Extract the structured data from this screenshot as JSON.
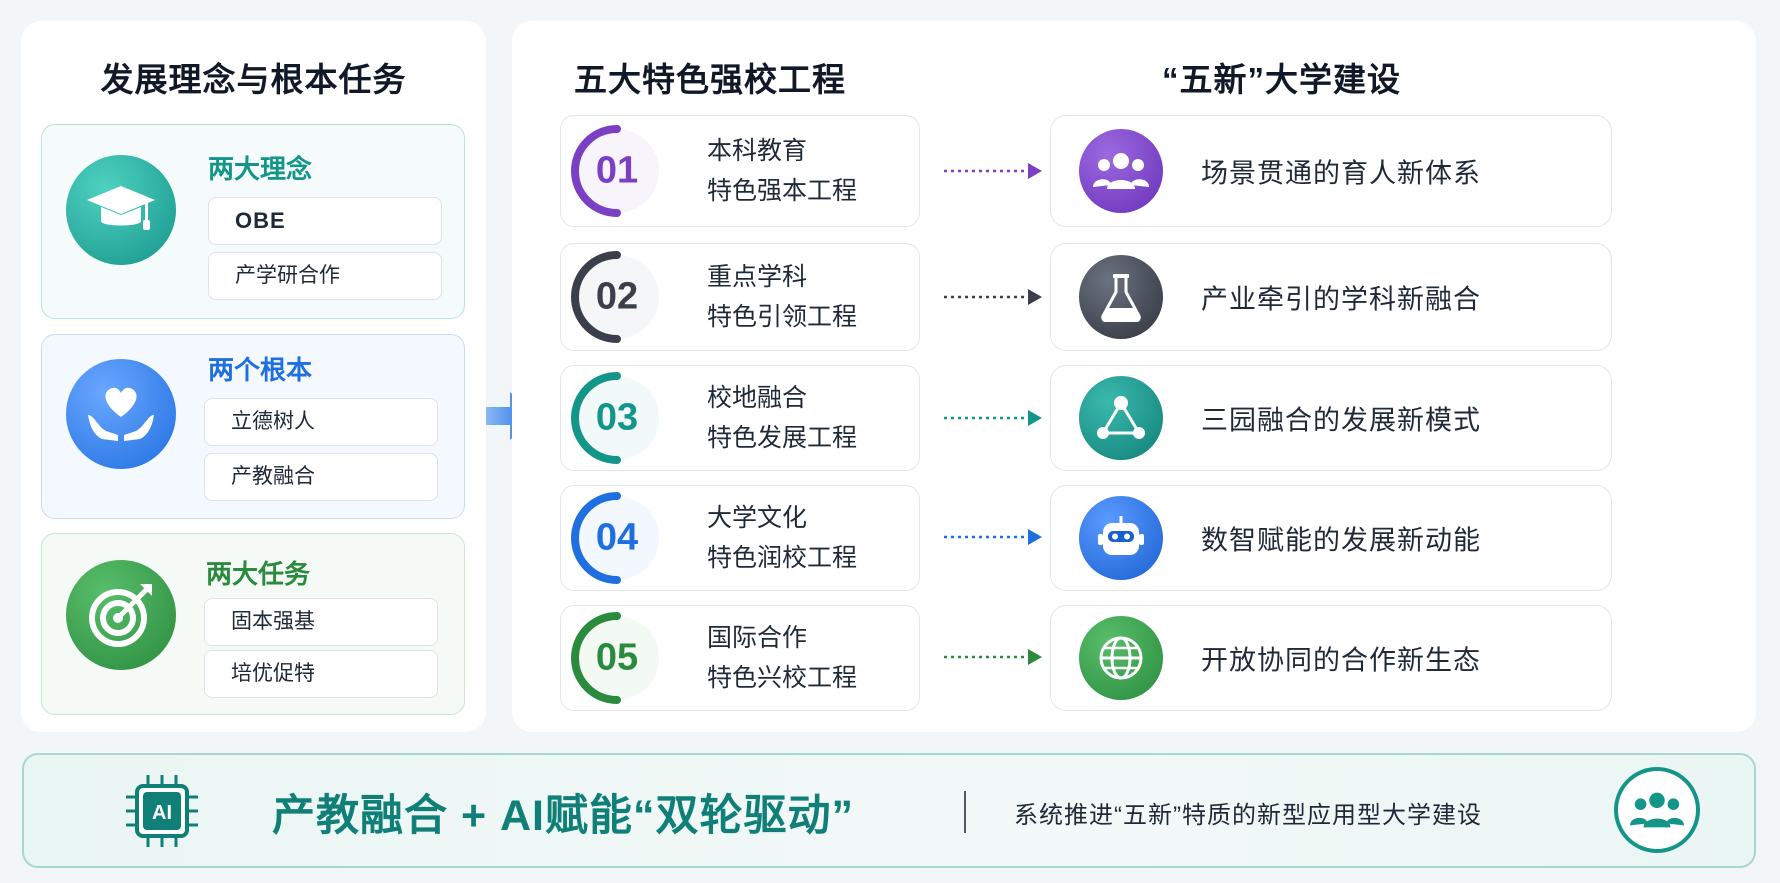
{
  "left": {
    "title": "发展理念与根本任务",
    "cards": [
      {
        "title": "两大理念",
        "icon": "graduation-cap-icon",
        "items": [
          "OBE",
          "产学研合作"
        ]
      },
      {
        "title": "两个根本",
        "icon": "heart-hands-icon",
        "items": [
          "立德树人",
          "产教融合"
        ]
      },
      {
        "title": "两大任务",
        "icon": "target-icon",
        "items": [
          "固本强基",
          "培优促特"
        ]
      }
    ]
  },
  "middle": {
    "title": "五大特色强校工程",
    "projects": [
      {
        "num": "01",
        "line1": "本科教育",
        "line2": "特色强本工程",
        "color": "#7b3fc4"
      },
      {
        "num": "02",
        "line1": "重点学科",
        "line2": "特色引领工程",
        "color": "#3a3f4a"
      },
      {
        "num": "03",
        "line1": "校地融合",
        "line2": "特色发展工程",
        "color": "#14958a"
      },
      {
        "num": "04",
        "line1": "大学文化",
        "line2": "特色润校工程",
        "color": "#1f6fe0"
      },
      {
        "num": "05",
        "line1": "国际合作",
        "line2": "特色兴校工程",
        "color": "#2a8a3d"
      }
    ]
  },
  "right": {
    "title": "“五新”大学建设",
    "items": [
      {
        "text": "场景贯通的育人新体系",
        "icon": "people-group-icon"
      },
      {
        "text": "产业牵引的学科新融合",
        "icon": "flask-icon"
      },
      {
        "text": "三园融合的发展新模式",
        "icon": "network-nodes-icon"
      },
      {
        "text": "数智赋能的发展新动能",
        "icon": "robot-icon"
      },
      {
        "text": "开放协同的合作新生态",
        "icon": "globe-icon"
      }
    ]
  },
  "banner": {
    "chip_label": "AI",
    "title": "产教融合 + AI赋能“双轮驱动”",
    "subtitle": "系统推进“五新”特质的新型应用型大学建设",
    "accent": "#0f7f78"
  }
}
